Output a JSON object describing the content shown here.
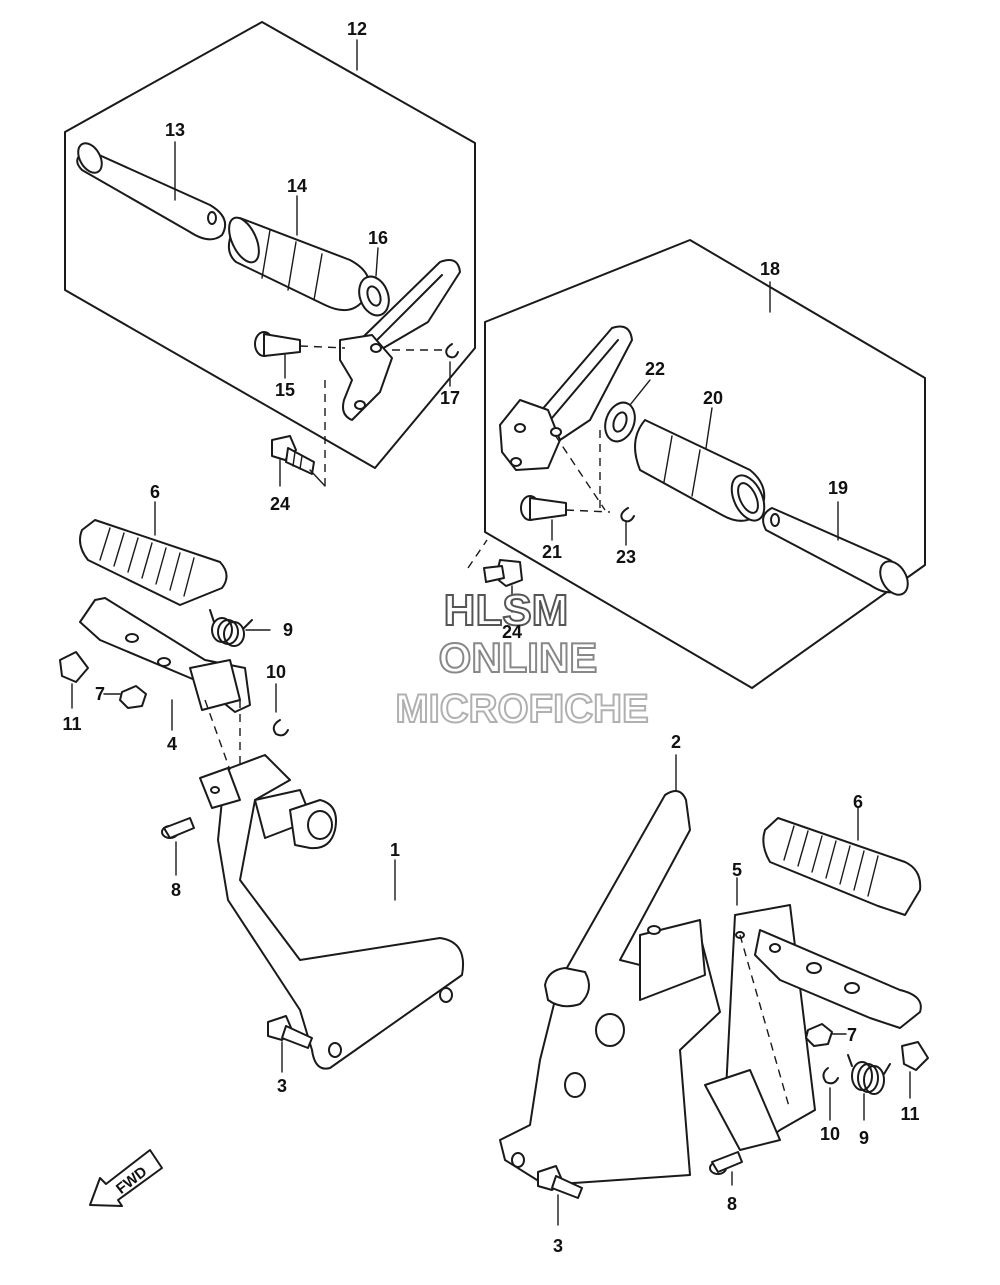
{
  "diagram": {
    "callouts": {
      "c1": "1",
      "c2": "2",
      "c3a": "3",
      "c3b": "3",
      "c4": "4",
      "c5": "5",
      "c6a": "6",
      "c6b": "6",
      "c7a": "7",
      "c7b": "7",
      "c8a": "8",
      "c8b": "8",
      "c9a": "9",
      "c9b": "9",
      "c10a": "10",
      "c10b": "10",
      "c11a": "11",
      "c11b": "11",
      "c12": "12",
      "c13": "13",
      "c14": "14",
      "c15": "15",
      "c16": "16",
      "c17": "17",
      "c18": "18",
      "c19": "19",
      "c20": "20",
      "c21": "21",
      "c22": "22",
      "c23": "23",
      "c24a": "24",
      "c24b": "24"
    },
    "watermark": {
      "line1": "HLSM",
      "line2": "ONLINE",
      "line3": "MICROFICHE"
    },
    "fwd_label": "FWD",
    "colors": {
      "line": "#1a1a1a",
      "watermark_line1": "#555555",
      "watermark_line2": "#888888",
      "watermark_line3": "#b0b0b0"
    }
  }
}
